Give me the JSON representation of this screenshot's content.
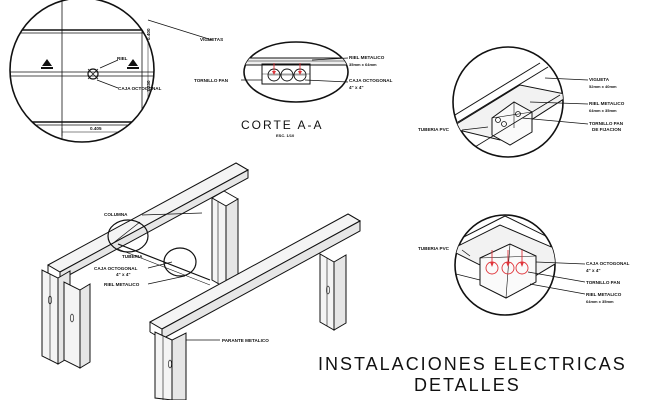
{
  "title": {
    "line1": "INSTALACIONES ELECTRICAS",
    "line2": "DETALLES"
  },
  "section": {
    "label": "CORTE A-A",
    "scale": "ESC. 1/10"
  },
  "plan_detail": {
    "viguetas": "VIGUETAS",
    "riel": "RIEL",
    "caja_octogonal": "CAJA OCTOGONAL",
    "dim_horizontal": "0.405",
    "dim_vertical_1": "1.230",
    "dim_vertical_2": "0.400"
  },
  "section_detail": {
    "riel_metalico": "RIEL METALICO",
    "riel_metalico_size": "35mm x 64mm",
    "tornillo_pan": "TORNILLO PAN",
    "caja_octogonal": "CAJA OCTOGONAL",
    "caja_size": "4\" x 4\""
  },
  "top_right_detail": {
    "vigueta": "VIGUETA",
    "vigueta_size": "52mm x 40mm",
    "riel_metalico": "RIEL METALICO",
    "riel_size": "64mm x 35mm",
    "tornillo_pan": "TORNILLO PAN",
    "tornillo_pan_2": "DE FIJACION",
    "tuberia_pvc": "TUBERIA PVC"
  },
  "bottom_right_detail": {
    "tuberia_pvc": "TUBERIA PVC",
    "caja_octogonal": "CAJA OCTOGONAL",
    "caja_size": "4\" x 4\"",
    "tornillo_pan": "TORNILLO PAN",
    "riel_metalico": "RIEL METALICO",
    "riel_size": "64mm x 35mm"
  },
  "iso_view": {
    "columna": "COLUMNA",
    "tuberia": "TUBERIA",
    "caja_octogonal": "CAJA OCTOGONAL",
    "caja_size": "4\" x 4\"",
    "riel_metalico": "RIEL METALICO",
    "parante_metalico": "PARANTE METALICO"
  },
  "colors": {
    "line": "#111111",
    "accent": "#e0343a",
    "paper": "#ffffff"
  }
}
